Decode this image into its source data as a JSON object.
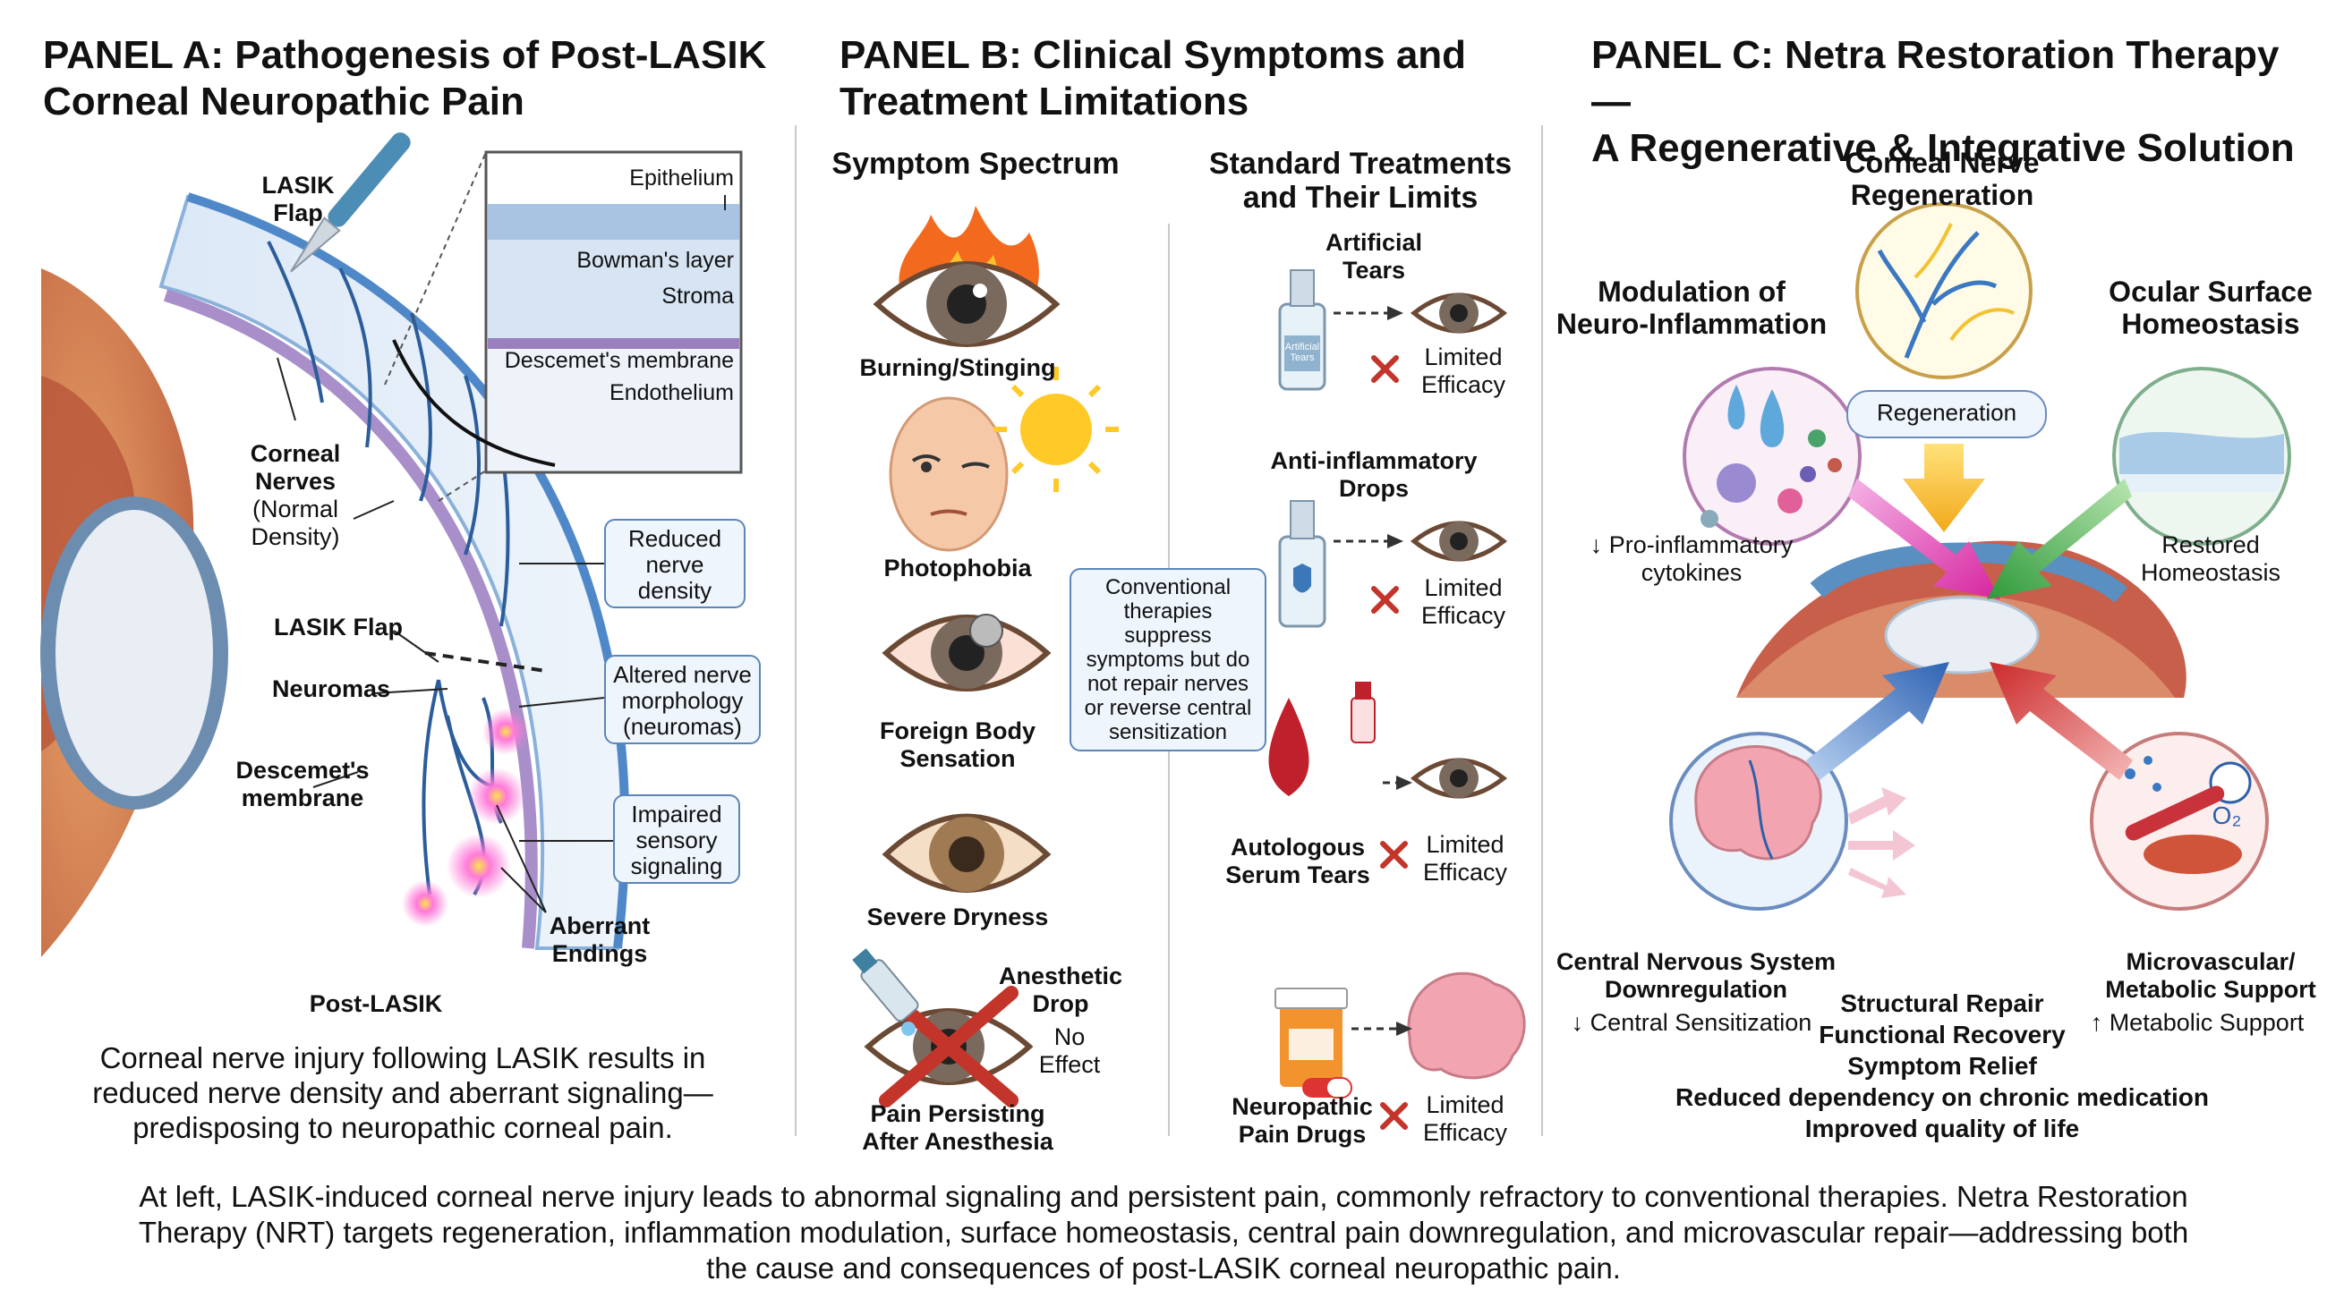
{
  "panel_a": {
    "title_line1": "PANEL A: Pathogenesis of Post-LASIK",
    "title_line2": "Corneal Neuropathic Pain",
    "lasik_flap_top1": "LASIK",
    "lasik_flap_top2": "Flap",
    "layers": [
      "Epithelium",
      "Bowman's layer",
      "Stroma",
      "Descemet's membrane",
      "Endothelium"
    ],
    "corneal_nerves1": "Corneal",
    "corneal_nerves2": "Nerves",
    "corneal_nerves3": "(Normal",
    "corneal_nerves4": "Density)",
    "lasik_flap_mid": "LASIK Flap",
    "neuromas": "Neuromas",
    "descemets1": "Descemet's",
    "descemets2": "membrane",
    "box_reduced1": "Reduced",
    "box_reduced2": "nerve",
    "box_reduced3": "density",
    "box_altered1": "Altered nerve",
    "box_altered2": "morphology",
    "box_altered3": "(neuromas)",
    "box_impaired1": "Impaired",
    "box_impaired2": "sensory",
    "box_impaired3": "signaling",
    "aberrant1": "Aberrant",
    "aberrant2": "Endings",
    "post_lasik": "Post-LASIK",
    "caption1": "Corneal nerve injury following LASIK results in",
    "caption2": "reduced nerve density and aberrant signaling—",
    "caption3": "predisposing to neuropathic corneal pain."
  },
  "panel_b": {
    "title_line1": "PANEL B: Clinical Symptoms and",
    "title_line2": "Treatment Limitations",
    "symptom_header": "Symptom Spectrum",
    "treat_header1": "Standard Treatments",
    "treat_header2": "and Their Limits",
    "symptoms": [
      "Burning/Stinging",
      "Photophobia",
      "Foreign Body",
      "Sensation",
      "Severe Dryness"
    ],
    "anesthetic1": "Anesthetic",
    "anesthetic2": "Drop",
    "no_effect1": "No",
    "no_effect2": "Effect",
    "pain_persist1": "Pain Persisting",
    "pain_persist2": "After Anesthesia",
    "conventional": [
      "Conventional",
      "therapies",
      "suppress",
      "symptoms but do",
      "not repair nerves",
      "or reverse central",
      "sensitization"
    ],
    "treat1a": "Artificial",
    "treat1b": "Tears",
    "treat2a": "Anti-inflammatory",
    "treat2b": "Drops",
    "treat3a": "Autologous",
    "treat3b": "Serum Tears",
    "treat4a": "Neuropathic",
    "treat4b": "Pain Drugs",
    "limited1": "Limited",
    "limited2": "Efficacy",
    "bottle_label1": "Artificial",
    "bottle_label2": "Tears"
  },
  "panel_c": {
    "title_line1": "PANEL C: Netra Restoration Therapy —",
    "title_line2": "A Regenerative & Integrative Solution",
    "regen1": "Corneal Nerve",
    "regen2": "Regeneration",
    "regen_pill": "Regeneration",
    "neuro1": "Modulation of",
    "neuro2": "Neuro-Inflammation",
    "neuro_sub1": "↓ Pro-inflammatory",
    "neuro_sub2": "cytokines",
    "ocular1": "Ocular Surface",
    "ocular2": "Homeostasis",
    "ocular_sub1": "Restored",
    "ocular_sub2": "Homeostasis",
    "cns1": "Central Nervous System",
    "cns2": "Downregulation",
    "cns_sub": "↓ Central Sensitization",
    "micro1": "Microvascular/",
    "micro2": "Metabolic Support",
    "micro_sub": "↑ Metabolic Support",
    "o2": "O₂",
    "outcomes": [
      "Structural Repair",
      "Functional Recovery",
      "Symptom Relief",
      "Reduced dependency on chronic medication",
      "Improved quality of life"
    ]
  },
  "footer": {
    "line1": "At left, LASIK-induced corneal nerve injury leads to abnormal signaling and persistent pain, commonly refractory to conventional therapies. Netra Restoration",
    "line2": "Therapy (NRT) targets regeneration, inflammation modulation, surface homeostasis, central pain downregulation, and microvascular repair—addressing both",
    "line3": "the cause and consequences of post-LASIK corneal neuropathic pain."
  }
}
